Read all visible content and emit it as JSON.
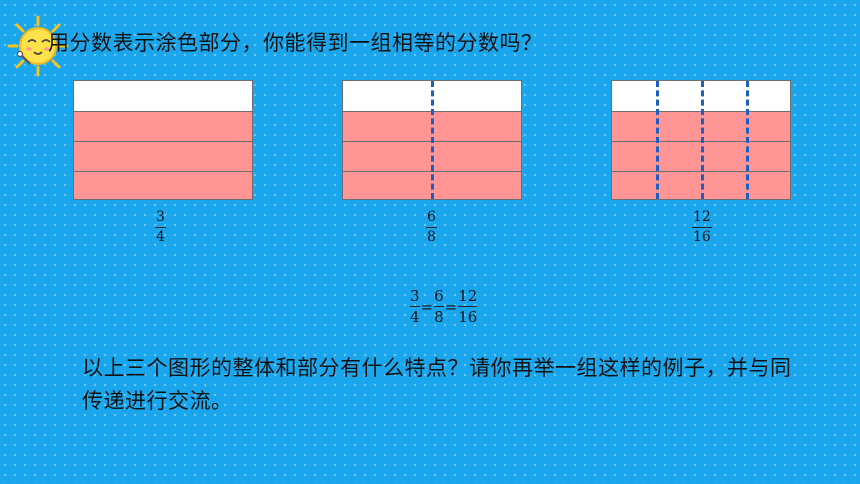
{
  "title": "用分数表示涂色部分，你能得到一组相等的分数吗？",
  "figures": [
    {
      "numerator": "3",
      "denominator": "4"
    },
    {
      "numerator": "6",
      "denominator": "8"
    },
    {
      "numerator": "12",
      "denominator": "16"
    }
  ],
  "equation": {
    "f1_num": "3",
    "f1_den": "4",
    "eq1": "=",
    "f2_num": "6",
    "f2_den": "8",
    "eq2": "=",
    "f3_num": "12",
    "f3_den": "16"
  },
  "question": "以上三个图形的整体和部分有什么特点？请你再举一组这样的例子，并与同传递进行交流。",
  "colors": {
    "background": "#1aa6ec",
    "shaded": "#ff9595",
    "unshaded": "#ffffff",
    "divider": "#1c5fc4"
  },
  "icons": [
    "sun-icon"
  ]
}
